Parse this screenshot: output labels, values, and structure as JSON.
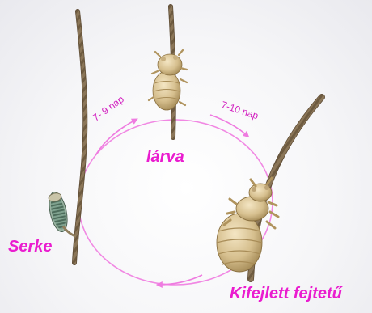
{
  "stages": {
    "egg": "Serke",
    "larva": "lárva",
    "adult": "Kifejlett fejtetű"
  },
  "durations": {
    "egg_to_larva": "7- 9 nap",
    "larva_to_adult": "7-10 nap"
  },
  "colors": {
    "accent": "#ea1ccf",
    "cycle_arrow": "#ef7be0",
    "hair": "#8a7456",
    "louse": "#dcc698"
  },
  "icons": {
    "egg": "nit-on-hair-icon",
    "larva": "louse-nymph-icon",
    "adult": "adult-louse-icon"
  }
}
